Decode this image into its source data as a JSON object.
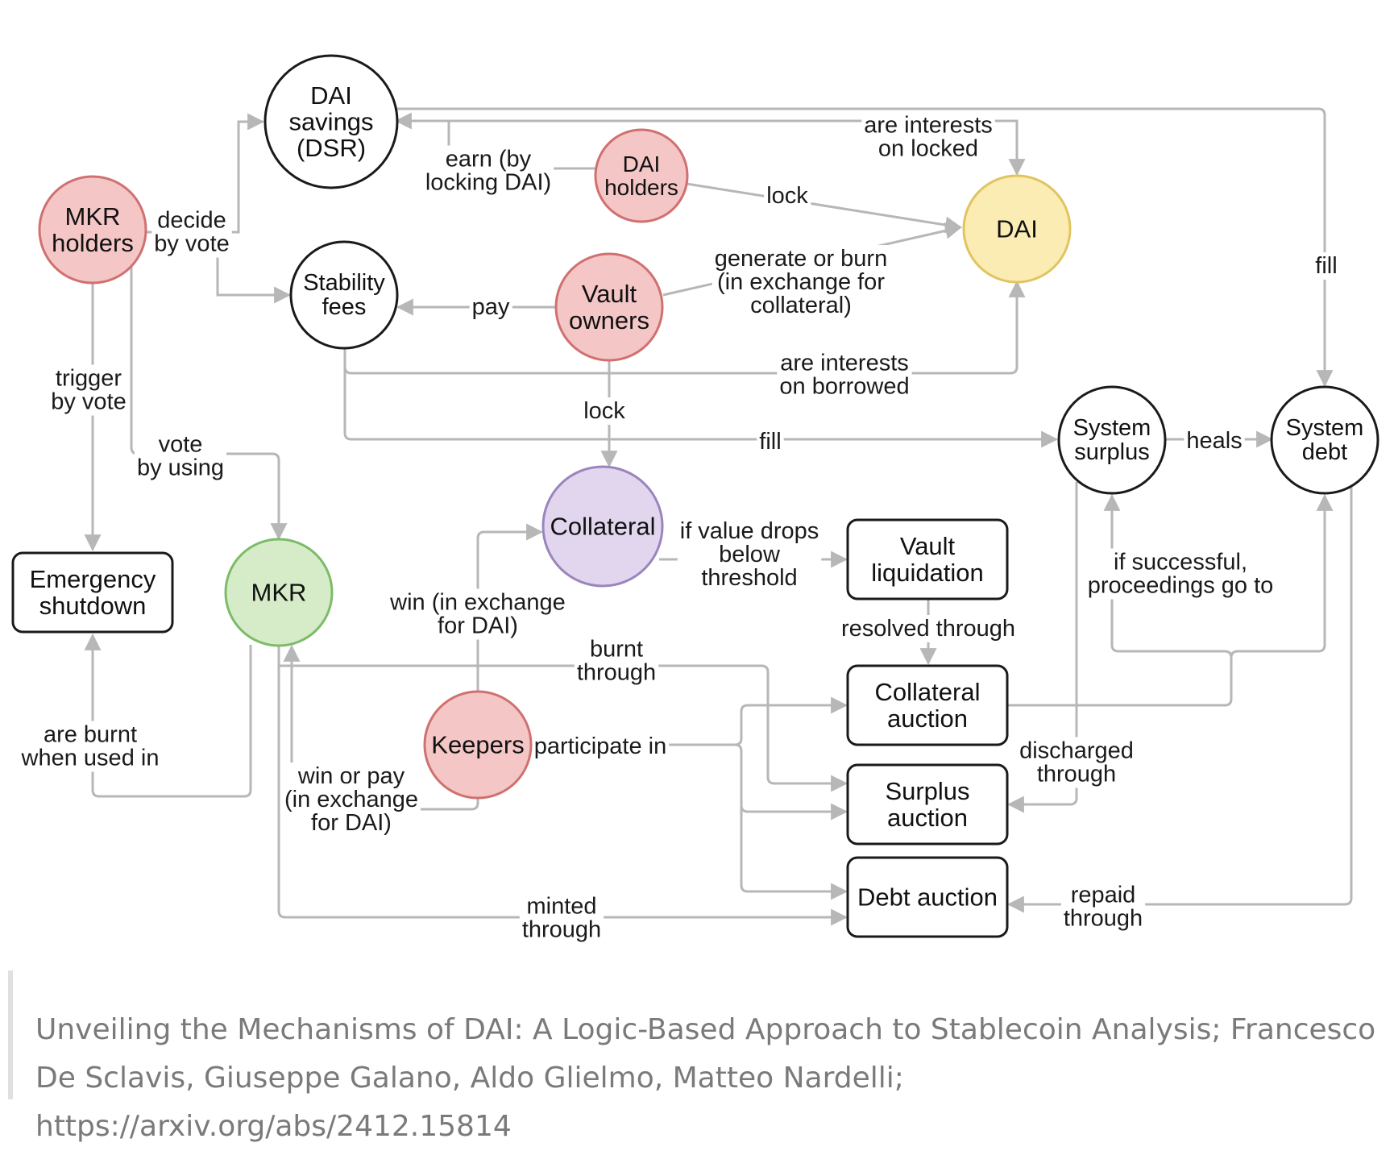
{
  "nodes": [
    {
      "id": "dai_savings",
      "lines": [
        "DAI",
        "savings",
        "(DSR)"
      ],
      "shape": "circle",
      "fill": "#ffffff",
      "stroke": "#1a1a1a"
    },
    {
      "id": "mkr_holders",
      "lines": [
        "MKR",
        "holders"
      ],
      "shape": "circle",
      "fill": "#f4c6c6",
      "stroke": "#d07070"
    },
    {
      "id": "dai_holders",
      "lines": [
        "DAI",
        "holders"
      ],
      "shape": "circle",
      "fill": "#f4c6c6",
      "stroke": "#d07070"
    },
    {
      "id": "dai",
      "lines": [
        "DAI"
      ],
      "shape": "circle",
      "fill": "#fbecb3",
      "stroke": "#e0c460"
    },
    {
      "id": "stability_fees",
      "lines": [
        "Stability",
        "fees"
      ],
      "shape": "circle",
      "fill": "#ffffff",
      "stroke": "#1a1a1a"
    },
    {
      "id": "vault_owners",
      "lines": [
        "Vault",
        "owners"
      ],
      "shape": "circle",
      "fill": "#f4c6c6",
      "stroke": "#d07070"
    },
    {
      "id": "system_surplus",
      "lines": [
        "System",
        "surplus"
      ],
      "shape": "circle",
      "fill": "#ffffff",
      "stroke": "#1a1a1a"
    },
    {
      "id": "system_debt",
      "lines": [
        "System",
        "debt"
      ],
      "shape": "circle",
      "fill": "#ffffff",
      "stroke": "#1a1a1a"
    },
    {
      "id": "collateral",
      "lines": [
        "Collateral"
      ],
      "shape": "circle",
      "fill": "#e1d6ee",
      "stroke": "#9a85bd"
    },
    {
      "id": "mkr",
      "lines": [
        "MKR"
      ],
      "shape": "circle",
      "fill": "#d6ecc8",
      "stroke": "#7cbb68"
    },
    {
      "id": "keepers",
      "lines": [
        "Keepers"
      ],
      "shape": "circle",
      "fill": "#f4c6c6",
      "stroke": "#d07070"
    },
    {
      "id": "emergency_shutdown",
      "lines": [
        "Emergency",
        "shutdown"
      ],
      "shape": "box",
      "fill": "#ffffff",
      "stroke": "#1a1a1a"
    },
    {
      "id": "vault_liquidation",
      "lines": [
        "Vault",
        "liquidation"
      ],
      "shape": "box",
      "fill": "#ffffff",
      "stroke": "#1a1a1a"
    },
    {
      "id": "collateral_auction",
      "lines": [
        "Collateral",
        "auction"
      ],
      "shape": "box",
      "fill": "#ffffff",
      "stroke": "#1a1a1a"
    },
    {
      "id": "surplus_auction",
      "lines": [
        "Surplus",
        "auction"
      ],
      "shape": "box",
      "fill": "#ffffff",
      "stroke": "#1a1a1a"
    },
    {
      "id": "debt_auction",
      "lines": [
        "Debt auction"
      ],
      "shape": "box",
      "fill": "#ffffff",
      "stroke": "#1a1a1a"
    }
  ],
  "edge_labels": [
    {
      "id": "decide_by_vote",
      "lines": [
        "decide",
        "by vote"
      ]
    },
    {
      "id": "earn_by_locking",
      "lines": [
        "earn (by",
        "locking DAI)"
      ]
    },
    {
      "id": "lock_dai",
      "lines": [
        "lock"
      ]
    },
    {
      "id": "are_interests_locked",
      "lines": [
        "are interests",
        "on locked"
      ]
    },
    {
      "id": "fill_debt",
      "lines": [
        "fill"
      ]
    },
    {
      "id": "generate_or_burn",
      "lines": [
        "generate or burn",
        "(in exchange for",
        "collateral)"
      ]
    },
    {
      "id": "pay",
      "lines": [
        "pay"
      ]
    },
    {
      "id": "are_interests_borrowed",
      "lines": [
        "are interests",
        "on borrowed"
      ]
    },
    {
      "id": "trigger_by_vote",
      "lines": [
        "trigger",
        "by vote"
      ]
    },
    {
      "id": "lock_collateral",
      "lines": [
        "lock"
      ]
    },
    {
      "id": "vote_by_using",
      "lines": [
        "vote",
        "by using"
      ]
    },
    {
      "id": "fill_surplus",
      "lines": [
        "fill"
      ]
    },
    {
      "id": "heals",
      "lines": [
        "heals"
      ]
    },
    {
      "id": "if_value_drops",
      "lines": [
        "if value drops",
        "below",
        "threshold"
      ]
    },
    {
      "id": "win_in_exchange",
      "lines": [
        "win (in exchange",
        "for DAI)"
      ]
    },
    {
      "id": "if_successful",
      "lines": [
        "if successful,",
        "proceedings go to"
      ]
    },
    {
      "id": "resolved_through",
      "lines": [
        "resolved through"
      ]
    },
    {
      "id": "burnt_through",
      "lines": [
        "burnt",
        "through"
      ]
    },
    {
      "id": "are_burnt",
      "lines": [
        "are burnt",
        "when used in"
      ]
    },
    {
      "id": "participate_in",
      "lines": [
        "participate in"
      ]
    },
    {
      "id": "discharged_through",
      "lines": [
        "discharged",
        "through"
      ]
    },
    {
      "id": "win_or_pay",
      "lines": [
        "win or pay",
        "(in exchange",
        "for DAI)"
      ]
    },
    {
      "id": "minted_through",
      "lines": [
        "minted",
        "through"
      ]
    },
    {
      "id": "repaid_through",
      "lines": [
        "repaid",
        "through"
      ]
    }
  ],
  "caption": "Unveiling the Mechanisms of DAI: A Logic-Based Approach to Stablecoin Analysis; Francesco De Sclavis, Giuseppe Galano, Aldo Glielmo, Matteo Nardelli; https://arxiv.org/abs/2412.15814"
}
